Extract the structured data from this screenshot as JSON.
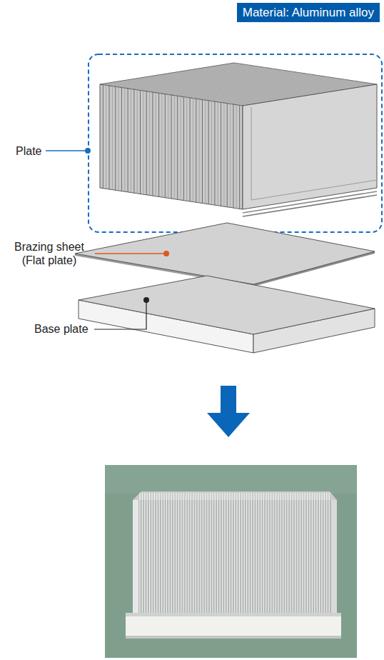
{
  "diagram": {
    "nodes": [
      {
        "text": [
          "Material: Aluminum alloy"
        ]
      }
    ],
    "labels": [
      "Plate",
      "Brazing sheet (Flat plate)",
      "Base plate"
    ]
  }
}
